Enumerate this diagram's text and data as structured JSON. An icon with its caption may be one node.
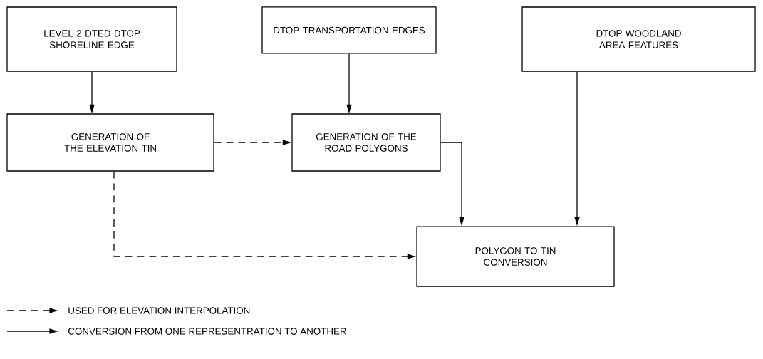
{
  "diagram": {
    "nodes": [
      {
        "text": [
          "LEVEL 2 DTED DTOP SHORELINE EDGE"
        ]
      },
      {
        "text": [
          "DTOP TRANSPORTATION EDGES"
        ]
      },
      {
        "text": [
          "DTOP WOODLAND AREA FEATURES"
        ]
      },
      {
        "text": [
          "GENERATION OF THE ELEVATION TIN"
        ]
      },
      {
        "text": [
          "GENERATION OF THE ROAD POLYGONS"
        ]
      },
      {
        "text": [
          "POLYGON TO TIN CONVERSION"
        ]
      }
    ],
    "edges": [
      {
        "from": 0,
        "to": 3,
        "arrow": "to"
      },
      {
        "from": 1,
        "to": 4,
        "arrow": "to"
      },
      {
        "from": 3,
        "to": 4,
        "arrow": "to",
        "style": "dashed"
      },
      {
        "from": 4,
        "to": 5,
        "arrow": "to"
      },
      {
        "from": 2,
        "to": 5,
        "arrow": "to"
      },
      {
        "from": 3,
        "to": 5,
        "arrow": "to",
        "style": "dashed"
      }
    ],
    "legend": [
      {
        "text": "USED FOR ELEVATION INTERPOLATION"
      },
      {
        "text": "CONVERSION FROM ONE REPRESENTRATION TO ANOTHER"
      }
    ]
  }
}
